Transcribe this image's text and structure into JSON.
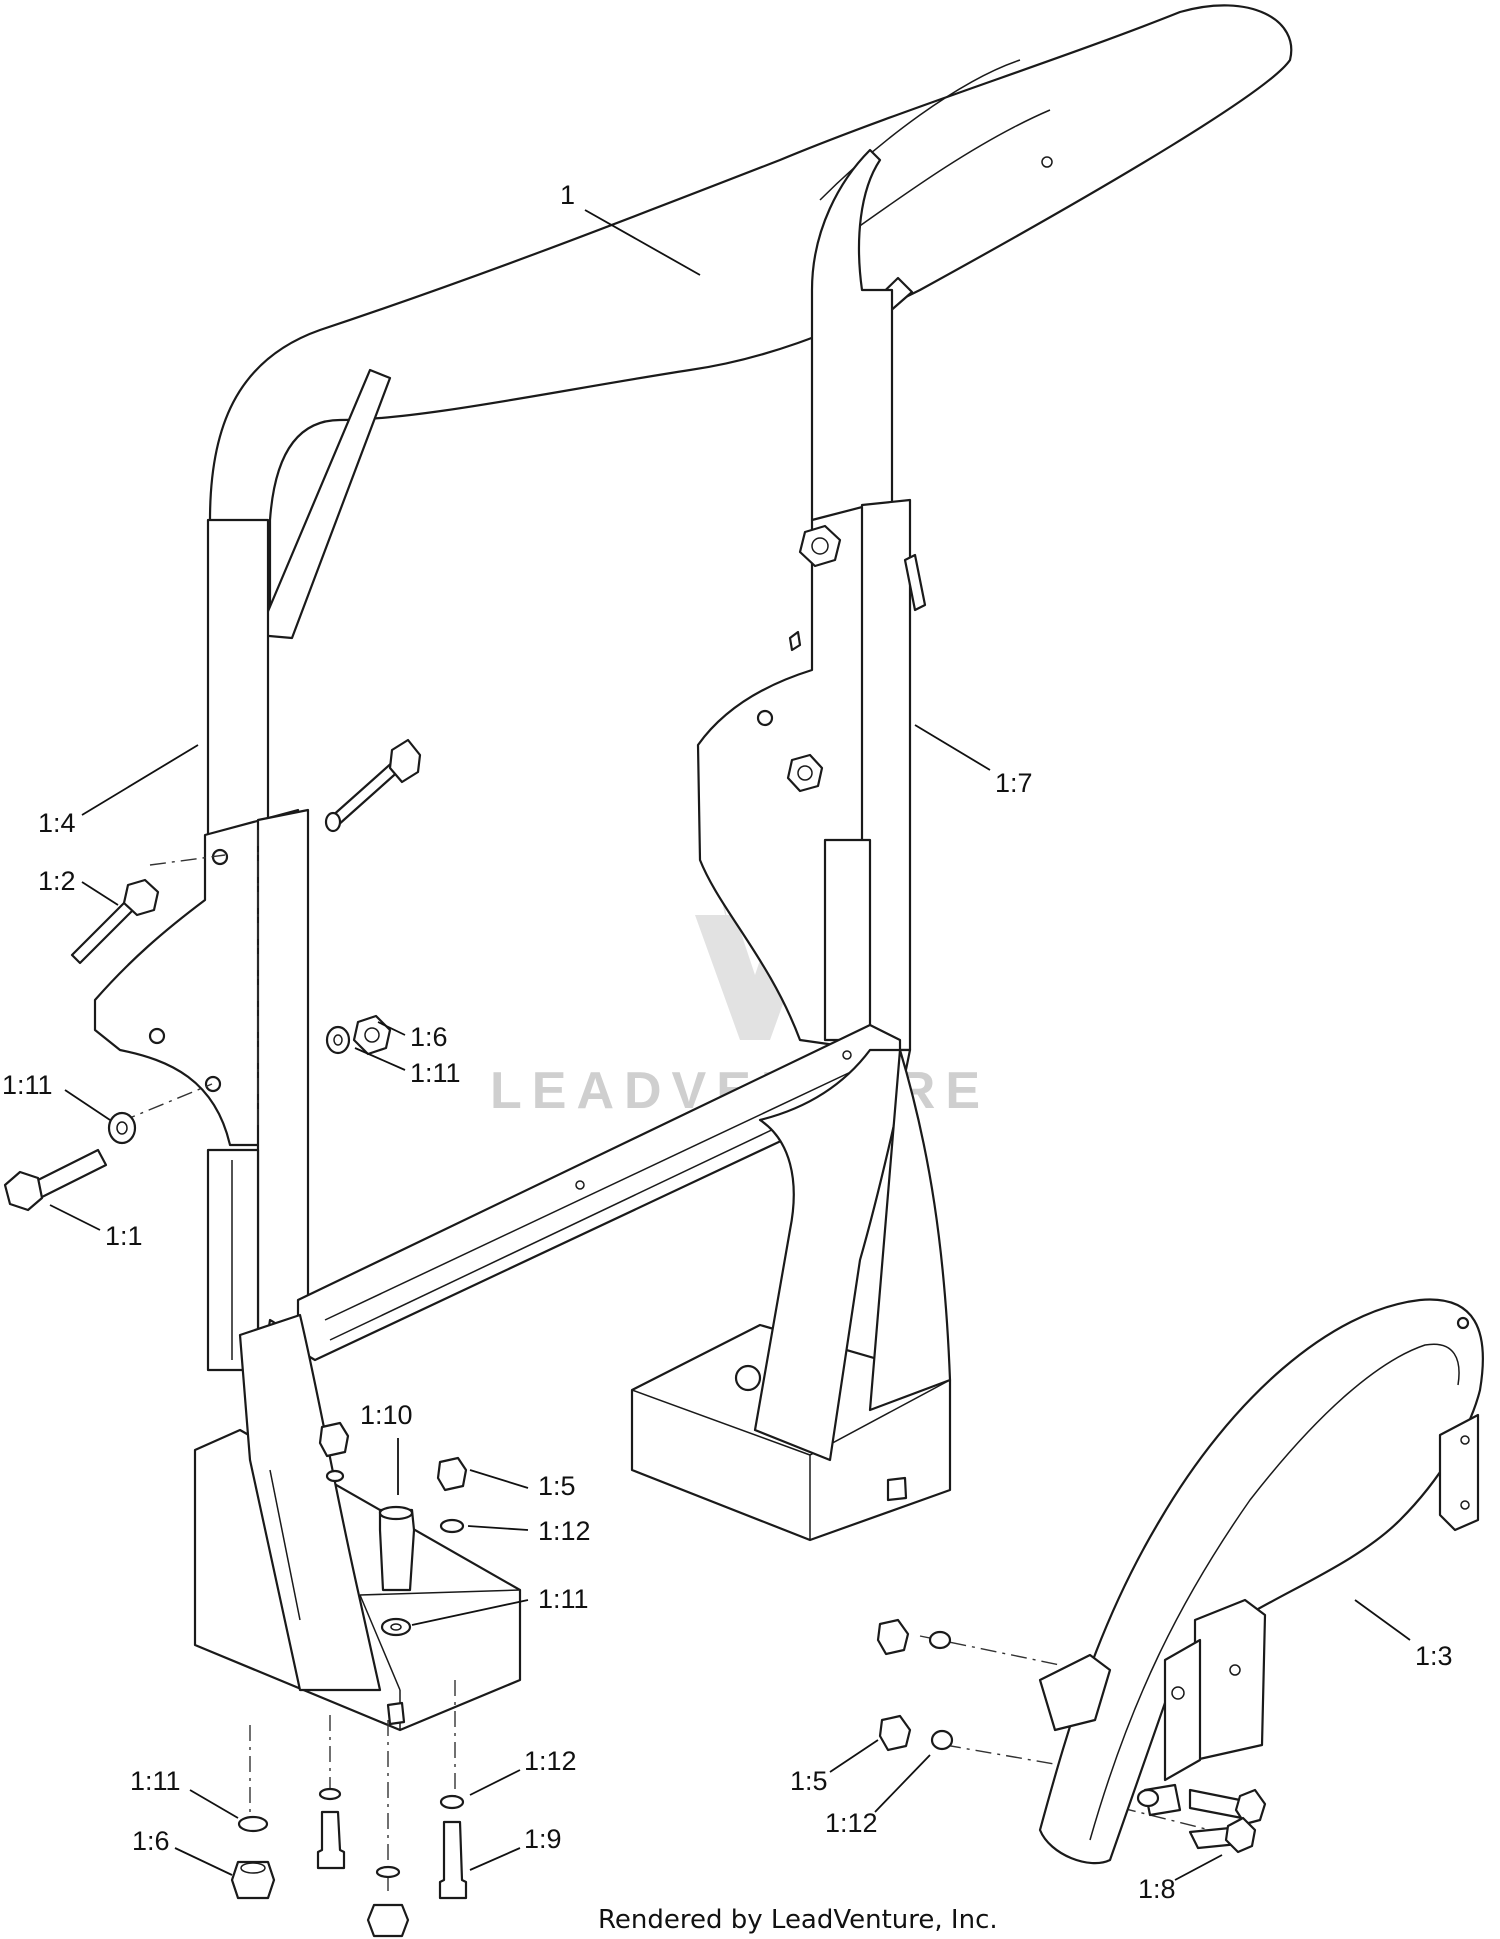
{
  "callouts": [
    {
      "id": "1",
      "label": "1"
    },
    {
      "id": "1-4",
      "label": "1:4"
    },
    {
      "id": "1-2",
      "label": "1:2"
    },
    {
      "id": "1-6-a",
      "label": "1:6"
    },
    {
      "id": "1-11-a",
      "label": "1:11"
    },
    {
      "id": "1-11-b",
      "label": "1:11"
    },
    {
      "id": "1-1",
      "label": "1:1"
    },
    {
      "id": "1-7",
      "label": "1:7"
    },
    {
      "id": "1-10",
      "label": "1:10"
    },
    {
      "id": "1-5-a",
      "label": "1:5"
    },
    {
      "id": "1-12-a",
      "label": "1:12"
    },
    {
      "id": "1-11-c",
      "label": "1:11"
    },
    {
      "id": "1-3",
      "label": "1:3"
    },
    {
      "id": "1-5-b",
      "label": "1:5"
    },
    {
      "id": "1-12-b",
      "label": "1:12"
    },
    {
      "id": "1-11-d",
      "label": "1:11"
    },
    {
      "id": "1-12-c",
      "label": "1:12"
    },
    {
      "id": "1-6-b",
      "label": "1:6"
    },
    {
      "id": "1-9",
      "label": "1:9"
    },
    {
      "id": "1-8",
      "label": "1:8"
    }
  ],
  "watermark": {
    "text": "LEADVENTURE"
  },
  "footer": {
    "text": "Rendered by LeadVenture, Inc."
  }
}
